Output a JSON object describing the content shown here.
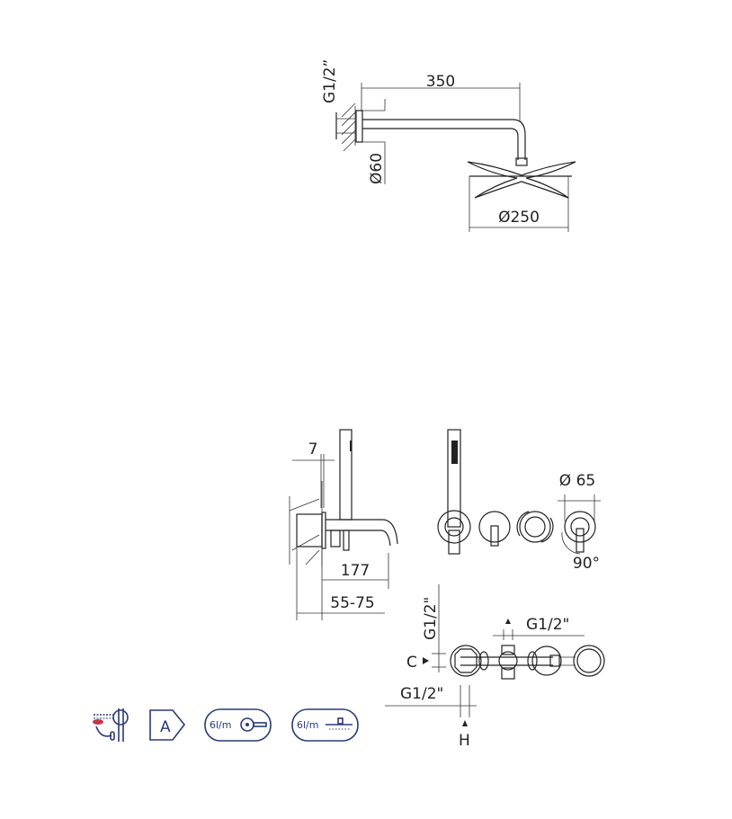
{
  "shower_arm_view": {
    "thread_label": "G1/2”",
    "arm_length": "350",
    "flange_diameter": "Ø60",
    "head_diameter": "Ø250"
  },
  "mixer_side_view": {
    "wall_offset": "7",
    "spout_length": "177",
    "depth_range": "55-75"
  },
  "mixer_front_view": {
    "plate_diameter": "Ø 65",
    "rotation_angle": "90°"
  },
  "valve_body_view": {
    "thread_vertical": "G1/2\"",
    "thread_top": "G1/2\"",
    "thread_bottom": "G1/2\"",
    "cold_label": "C",
    "hot_label": "H"
  },
  "badges": {
    "energy_class": "A",
    "hand_shower_flow": "6l/m",
    "head_shower_flow": "6l/m"
  },
  "colors": {
    "line": "#222222",
    "icon": "#2b3a78",
    "accent": "#c0394a"
  }
}
